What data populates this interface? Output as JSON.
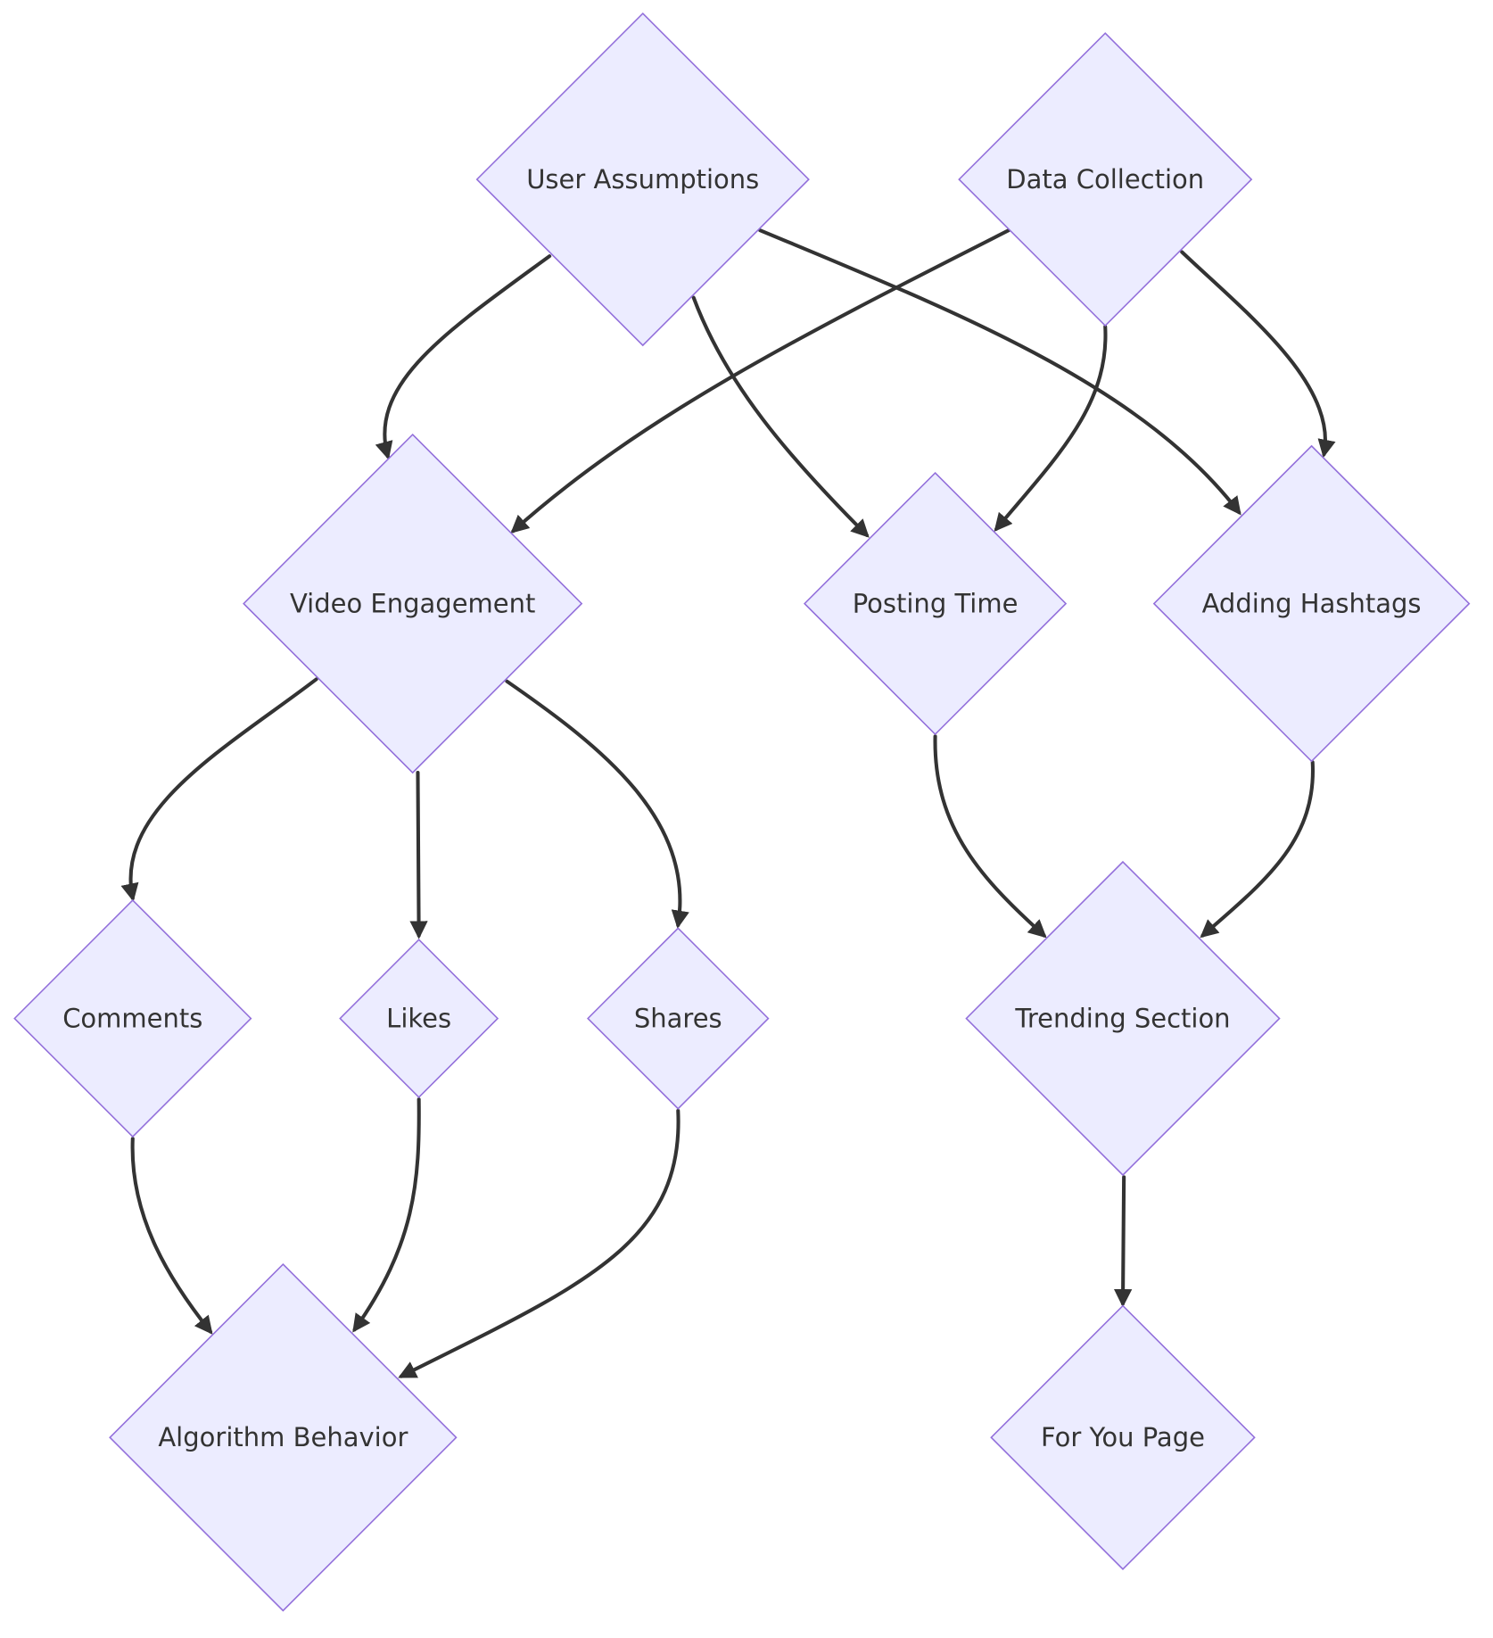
{
  "colors": {
    "node_fill": "#ECECFF",
    "node_stroke": "#9370DB",
    "edge": "#333333",
    "text": "#333333",
    "background": "#FFFFFF"
  },
  "nodes": [
    {
      "id": "user-assumptions",
      "label": "User Assumptions"
    },
    {
      "id": "data-collection",
      "label": "Data Collection"
    },
    {
      "id": "video-engagement",
      "label": "Video Engagement"
    },
    {
      "id": "posting-time",
      "label": "Posting Time"
    },
    {
      "id": "adding-hashtags",
      "label": "Adding Hashtags"
    },
    {
      "id": "comments",
      "label": "Comments"
    },
    {
      "id": "likes",
      "label": "Likes"
    },
    {
      "id": "shares",
      "label": "Shares"
    },
    {
      "id": "trending-section",
      "label": "Trending Section"
    },
    {
      "id": "algorithm-behavior",
      "label": "Algorithm Behavior"
    },
    {
      "id": "for-you-page",
      "label": "For You Page"
    }
  ],
  "edges": [
    {
      "from": "user-assumptions",
      "to": "video-engagement"
    },
    {
      "from": "user-assumptions",
      "to": "posting-time"
    },
    {
      "from": "user-assumptions",
      "to": "adding-hashtags"
    },
    {
      "from": "data-collection",
      "to": "video-engagement"
    },
    {
      "from": "data-collection",
      "to": "posting-time"
    },
    {
      "from": "data-collection",
      "to": "adding-hashtags"
    },
    {
      "from": "video-engagement",
      "to": "comments"
    },
    {
      "from": "video-engagement",
      "to": "likes"
    },
    {
      "from": "video-engagement",
      "to": "shares"
    },
    {
      "from": "posting-time",
      "to": "trending-section"
    },
    {
      "from": "adding-hashtags",
      "to": "trending-section"
    },
    {
      "from": "comments",
      "to": "algorithm-behavior"
    },
    {
      "from": "likes",
      "to": "algorithm-behavior"
    },
    {
      "from": "shares",
      "to": "algorithm-behavior"
    },
    {
      "from": "trending-section",
      "to": "for-you-page"
    }
  ]
}
